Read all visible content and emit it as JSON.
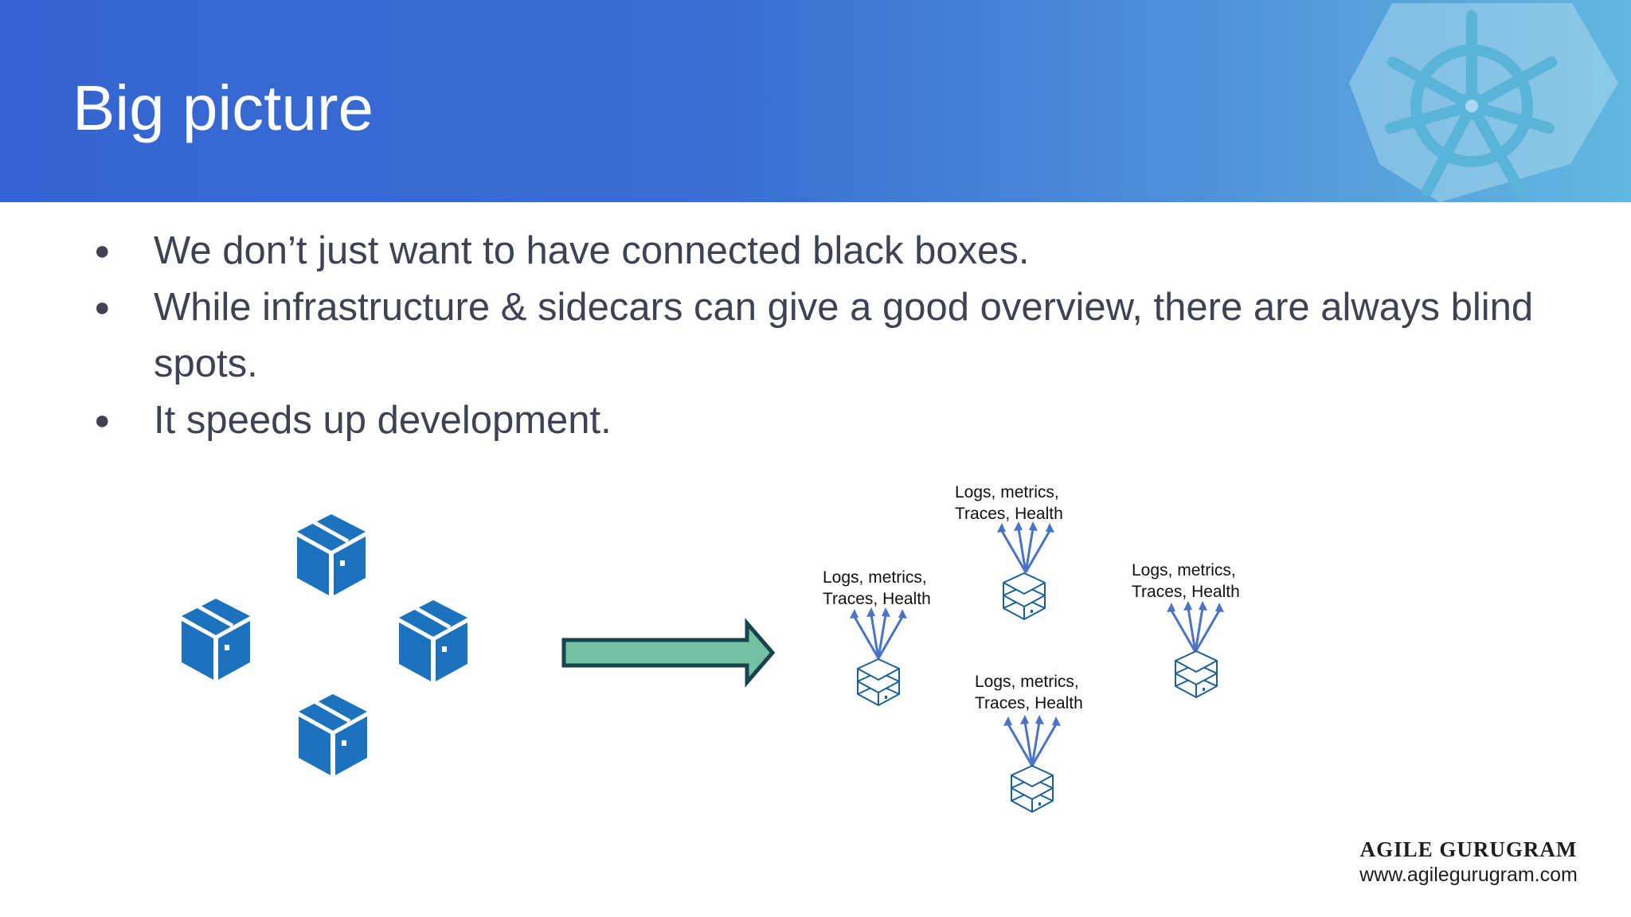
{
  "slide": {
    "title": "Big picture",
    "bullets": [
      "We don’t just want to have connected black boxes.",
      "While infrastructure & sidecars can give a good overview, there are always blind spots.",
      "It speeds up development."
    ],
    "bullet_marker": "●"
  },
  "diagram": {
    "service_label_line1": "Logs, metrics,",
    "service_label_line2": "Traces, Health",
    "box_color": "#1d72be",
    "arrow_fill": "#73c0a3",
    "arrow_stroke": "#17434a",
    "signal_arrow_color": "#4a73c7"
  },
  "brand": {
    "name": "AGILE GURUGRAM",
    "url": "www.agilegurugram.com"
  },
  "icons": {
    "logo": "kubernetes-helm-icon",
    "box": "box-icon",
    "transition": "right-arrow-icon"
  }
}
